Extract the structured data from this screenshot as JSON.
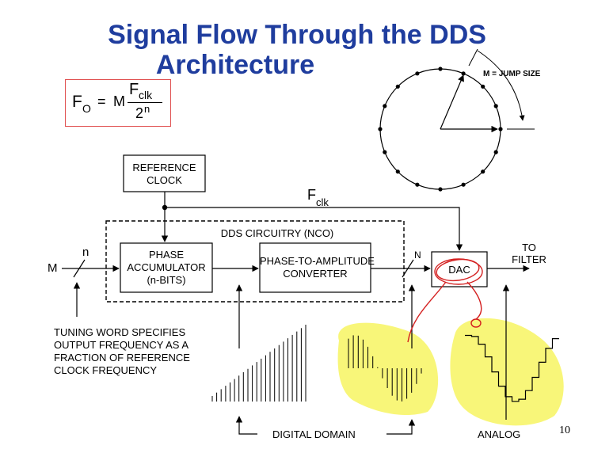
{
  "slide": {
    "title_line1": "Signal Flow Through the DDS",
    "title_line2": "Architecture",
    "page_number": "10"
  },
  "formula": {
    "lhs": "F",
    "lhs_sub": "O",
    "equals": "=",
    "m": "M",
    "numerator": "F",
    "numerator_sub": "clk",
    "denominator": "2",
    "denominator_exp": "n"
  },
  "phase_wheel": {
    "label": "M = JUMP SIZE",
    "dot_count": 16
  },
  "blocks": {
    "reference_clock": [
      "REFERENCE",
      "CLOCK"
    ],
    "dds_circuitry": "DDS CIRCUITRY (NCO)",
    "phase_accumulator": [
      "PHASE",
      "ACCUMULATOR",
      "(n-BITS)"
    ],
    "phase_to_amplitude": [
      "PHASE-TO-AMPLITUDE",
      "CONVERTER"
    ],
    "dac": "DAC"
  },
  "signals": {
    "input_m": "M",
    "bus_n": "n",
    "bus_N": "N",
    "fclk": "F",
    "fclk_sub": "clk",
    "output": [
      "TO",
      "FILTER"
    ]
  },
  "notes": {
    "tuning_word": [
      "TUNING WORD SPECIFIES",
      "OUTPUT FREQUENCY AS A",
      "FRACTION OF REFERENCE",
      "CLOCK FREQUENCY"
    ],
    "digital_domain": "DIGITAL DOMAIN",
    "analog": "ANALOG"
  },
  "colors": {
    "title": "#1f3d9e",
    "formula_border": "#e05050",
    "highlight": "#f7f56a",
    "pen": "#d42020"
  }
}
